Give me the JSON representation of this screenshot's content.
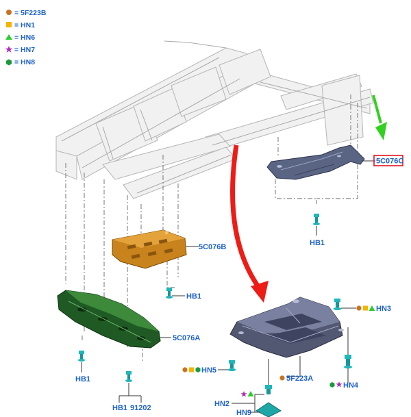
{
  "legend": [
    {
      "shape": "circle",
      "color": "#c8741e",
      "text": "= 5F223B"
    },
    {
      "shape": "square",
      "color": "#f4b400",
      "text": "= HN1"
    },
    {
      "shape": "triangle",
      "color": "#2ecc2e",
      "text": "= HN6"
    },
    {
      "shape": "star",
      "color": "#b02ab8",
      "text": "= HN7"
    },
    {
      "shape": "hexagon",
      "color": "#1a9a3a",
      "text": "= HN8"
    }
  ],
  "parts": {
    "shield_c": "5C076C",
    "shield_b": "5C076B",
    "shield_a": "5C076A",
    "skid_plate": "5F223A"
  },
  "fasteners": {
    "hb1_right": "HB1",
    "hb1_mid": "HB1",
    "hb1_left": "HB1",
    "hb1_bottom": "HB1",
    "code_91202": "91202",
    "hn3": "HN3",
    "hn5": "HN5",
    "hn4": "HN4",
    "hn2": "HN2",
    "hn9": "HN9"
  },
  "colors": {
    "label": "#1e62c8",
    "highlight": "#e0141e",
    "arrow_green": "#34d021",
    "arrow_red": "#ee1c16",
    "shield_c": "#5a6483",
    "shield_b": "#c8831c",
    "shield_a": "#1f5a24",
    "skid_plate": "#535872",
    "fastener": "#1fb7b9"
  }
}
